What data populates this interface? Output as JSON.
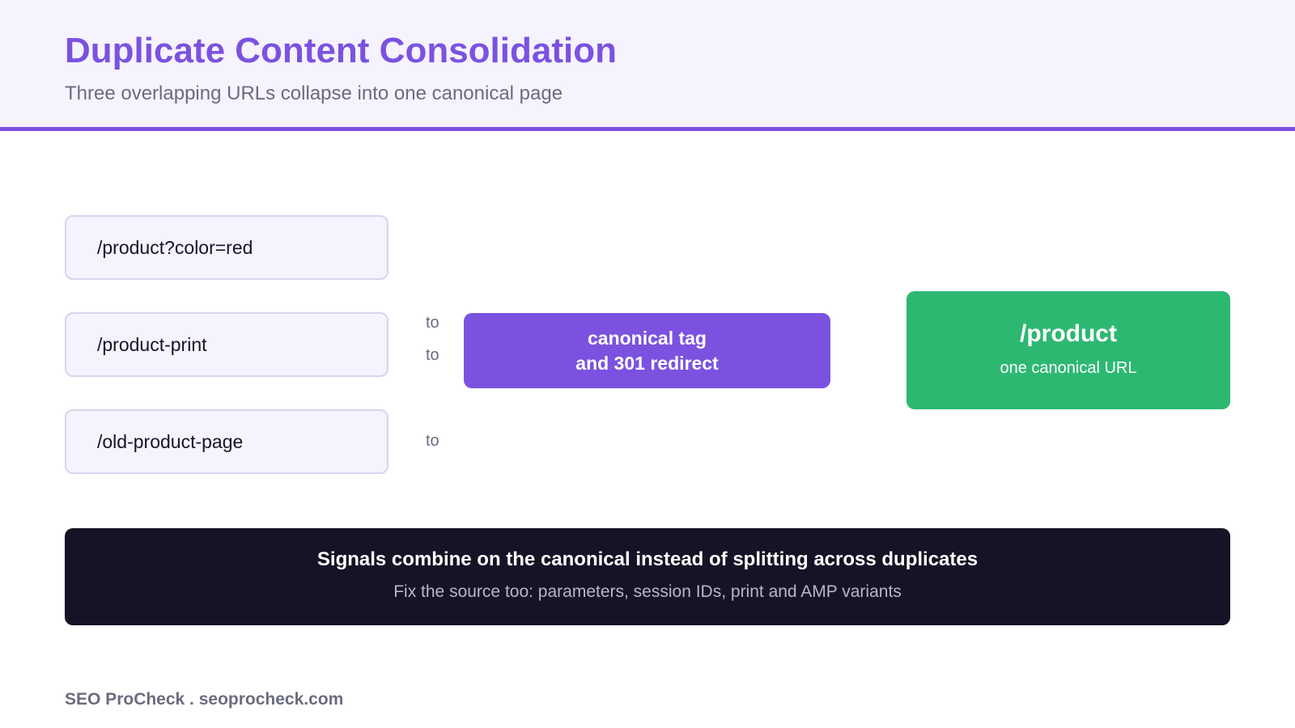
{
  "header": {
    "title": "Duplicate Content Consolidation",
    "subtitle": "Three overlapping URLs collapse into one canonical page"
  },
  "duplicates": [
    {
      "url": "/product?color=red"
    },
    {
      "url": "/product-print"
    },
    {
      "url": "/old-product-page"
    }
  ],
  "connectors": [
    "to",
    "to",
    "to"
  ],
  "action": {
    "line1": "canonical tag",
    "line2": "and 301 redirect"
  },
  "target": {
    "url": "/product",
    "caption": "one canonical URL"
  },
  "banner": {
    "headline": "Signals combine on the canonical instead of splitting across duplicates",
    "note": "Fix the source too: parameters, session IDs, print and AMP variants"
  },
  "footer": {
    "credit": "SEO ProCheck . seoprocheck.com"
  },
  "colors": {
    "accent": "#7b52e0",
    "success": "#2db872",
    "dark": "#151325",
    "tint": "#f5f3fd"
  }
}
